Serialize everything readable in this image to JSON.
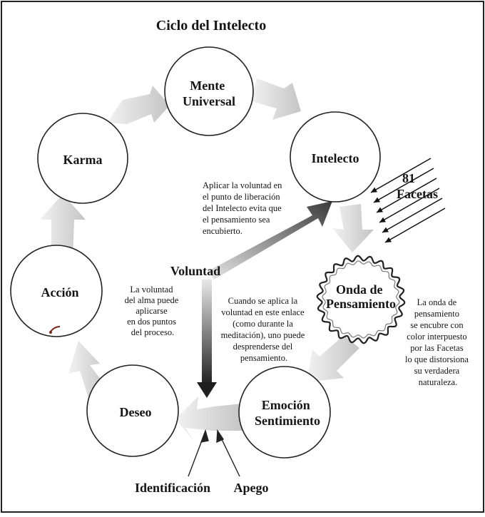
{
  "diagram": {
    "title": "Ciclo del Intelecto",
    "nodes": {
      "mente": [
        "Mente",
        "Universal"
      ],
      "intelecto": [
        "Intelecto"
      ],
      "onda": [
        "Onda de",
        "Pensamiento"
      ],
      "emocion": [
        "Emoción",
        "Sentimiento"
      ],
      "deseo": [
        "Deseo"
      ],
      "accion": [
        "Acción"
      ],
      "karma": [
        "Karma"
      ]
    },
    "labels": {
      "voluntad": "Voluntad",
      "facetas": [
        "81",
        "Facetas"
      ],
      "identificacion": "Identificación",
      "apego": "Apego"
    },
    "notes": {
      "intelecto_note": [
        "Aplicar la voluntad en",
        "el punto de liberación",
        "del Intelecto evita que",
        "el pensamiento sea",
        "encubierto."
      ],
      "alma_note": [
        "La voluntad",
        "del alma puede",
        "aplicarse",
        "en dos puntos",
        "del proceso."
      ],
      "meditacion_note": [
        "Cuando se aplica la",
        "voluntad en este enlace",
        "(como durante la",
        "meditación), uno puede",
        "desprenderse del",
        "pensamiento."
      ],
      "onda_note": [
        "La onda de",
        "pensamiento",
        "se encubre con",
        "color interpuesto",
        "por las Facetas",
        "lo que distorsiona",
        "su verdadera",
        "naturaleza."
      ]
    },
    "colors": {
      "border": "#222222",
      "circle_fill": "#ffffff",
      "arrow_light": "#d9d9d9",
      "arrow_dark": "#555555"
    }
  }
}
